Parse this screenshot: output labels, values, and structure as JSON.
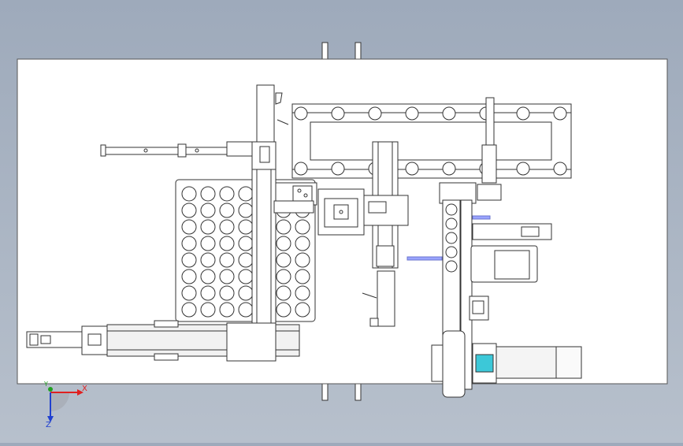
{
  "view": {
    "background_top": "#9eaabb",
    "background_bottom": "#b7c0cc",
    "paper_color": "#ffffff",
    "line_color": "#333333",
    "accent_cyan": "#3cc8d8",
    "accent_blue": "#9aa4ff"
  },
  "triad": {
    "x_label": "X",
    "y_label": "Y",
    "z_label": "Z",
    "x_color": "#e02020",
    "y_color": "#20a020",
    "z_color": "#2040d0"
  }
}
